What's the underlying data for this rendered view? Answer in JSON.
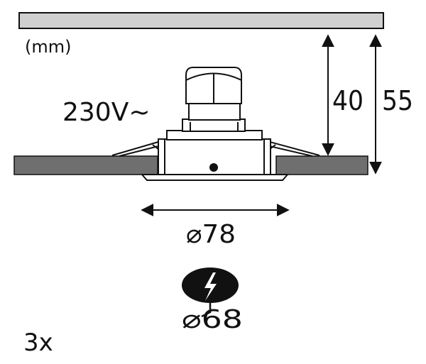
{
  "unit_label": "(mm)",
  "voltage_label": "230V~",
  "dimensions": {
    "height_small": "40",
    "height_large": "55",
    "diameter_fixture": "⌀78",
    "diameter_cutout": "⌀68"
  },
  "quantity_label": "3x",
  "icons": [
    "lightning-bolt-icon",
    "arrow-icon"
  ],
  "colors": {
    "line": "#111111",
    "ceiling_fill": "#d0d0d0",
    "board_fill": "#6f6f6f",
    "cutout_fill": "#111111"
  }
}
